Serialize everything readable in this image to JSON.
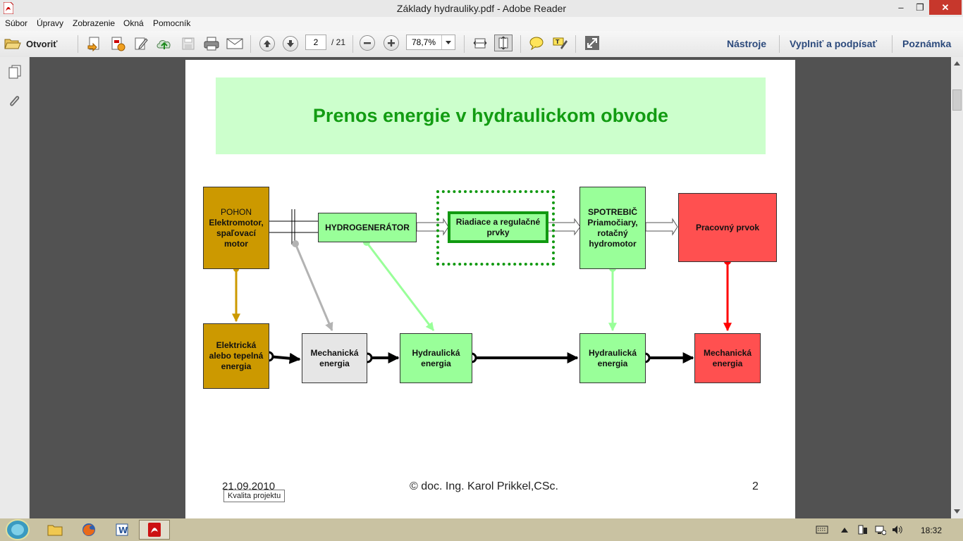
{
  "window": {
    "title": "Základy hydrauliky.pdf - Adobe Reader",
    "minimize": "–",
    "maximize": "❐",
    "close": "✕"
  },
  "menu": [
    "Súbor",
    "Úpravy",
    "Zobrazenie",
    "Okná",
    "Pomocník"
  ],
  "toolbar": {
    "open_label": "Otvoriť",
    "page_current": "2",
    "page_total": "/ 21",
    "zoom": "78,7%",
    "tools": "Nástroje",
    "fill_sign": "Vyplniť a podpísať",
    "comment": "Poznámka"
  },
  "slide": {
    "title": "Prenos energie v hydraulickom obvode",
    "blocks": {
      "pohon": [
        "POHON",
        "Elektromotor,",
        "spaľovací",
        "motor"
      ],
      "hydrogenerator": "HYDROGENERÁTOR",
      "riadiace": [
        "Riadiace a regulačné",
        "prvky"
      ],
      "spotrebic": [
        "SPOTREBIČ",
        "Priamočiary,",
        "rotačný",
        "hydromotor"
      ],
      "pracovny": "Pracovný prvok",
      "e_elektricka": [
        "Elektrická",
        "alebo tepelná",
        "energia"
      ],
      "e_mechanicka1": [
        "Mechanická",
        "energia"
      ],
      "e_hydraulicka1": [
        "Hydraulická",
        "energia"
      ],
      "e_hydraulicka2": [
        "Hydraulická",
        "energia"
      ],
      "e_mechanicka2": [
        "Mechanická",
        "energia"
      ]
    },
    "footer_date": "21.09.2010",
    "footer_author": "©  doc. Ing. Karol Prikkel,CSc.",
    "footer_page": "2"
  },
  "tooltip": "Kvalita projektu",
  "taskbar": {
    "clock": "18:32"
  },
  "colors": {
    "title_green": "#129c12",
    "title_bg": "#ccffcc",
    "ochre": "#cc9900",
    "light_green": "#99ff99",
    "red": "#ff5050",
    "gray_box": "#e6e6e6"
  }
}
